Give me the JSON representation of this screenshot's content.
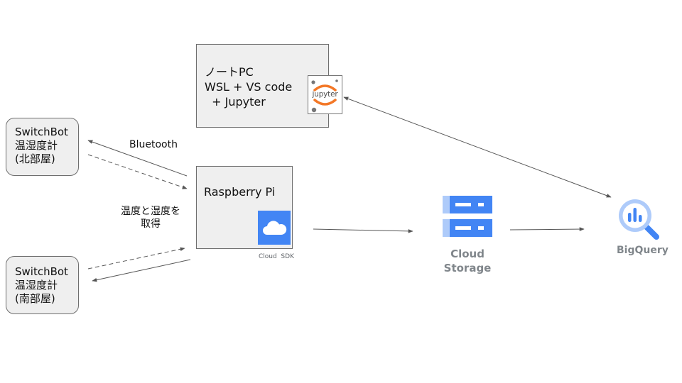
{
  "nodes": {
    "laptop": {
      "lines": [
        "ノートPC",
        "WSL + VS code",
        "  + Jupyter"
      ]
    },
    "jupyter_logo": {
      "text": "jupyter"
    },
    "raspberry": {
      "label": "Raspberry Pi"
    },
    "cloud_sdk": {
      "label": "Cloud  SDK"
    },
    "switchbot_north": {
      "lines": [
        "SwitchBot",
        "温湿度計",
        "(北部屋)"
      ]
    },
    "switchbot_south": {
      "lines": [
        "SwitchBot",
        "温湿度計",
        "(南部屋)"
      ]
    },
    "cloud_storage": {
      "lines": [
        "Cloud",
        "Storage"
      ]
    },
    "bigquery": {
      "label": "BigQuery"
    }
  },
  "edges": {
    "bluetooth": {
      "label": "Bluetooth"
    },
    "acquire": {
      "lines": [
        "温度と湿度を",
        "取得"
      ]
    }
  },
  "colors": {
    "box_fill": "#efefef",
    "box_stroke": "#6e6e6e",
    "arrow": "#555555",
    "gcp_blue_light": "#aecbfa",
    "gcp_blue": "#4285f4",
    "gcp_label": "#80868b",
    "jupyter_orange": "#f37726"
  }
}
